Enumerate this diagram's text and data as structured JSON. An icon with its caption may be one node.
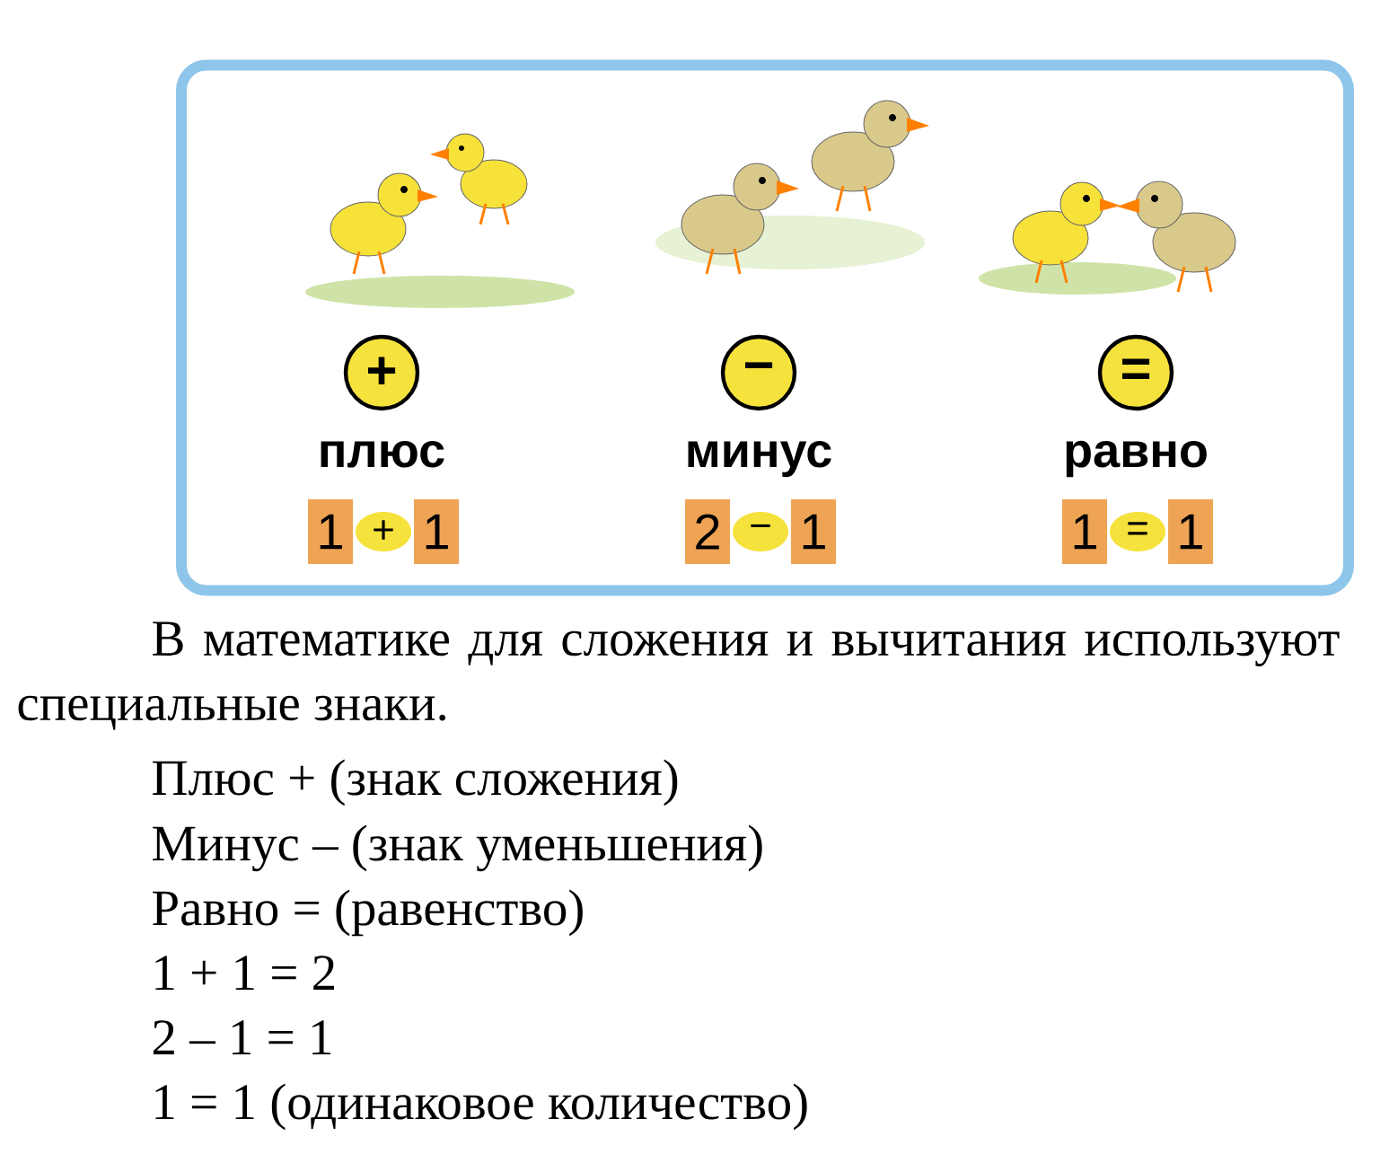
{
  "diagram": {
    "nodes": [
      {
        "text": [],
        "shape": "box"
      },
      {
        "text": [
          "+"
        ],
        "in": 0
      },
      {
        "text": [
          "−"
        ],
        "in": 0
      },
      {
        "text": [
          "="
        ],
        "in": 0
      },
      {
        "text": [
          "1"
        ],
        "in": 0
      },
      {
        "text": [
          "+"
        ],
        "in": 0
      },
      {
        "text": [
          "1"
        ],
        "in": 0
      },
      {
        "text": [
          "2"
        ],
        "in": 0
      },
      {
        "text": [
          "−"
        ],
        "in": 0
      },
      {
        "text": [
          "1"
        ],
        "in": 0
      },
      {
        "text": [
          "1"
        ],
        "in": 0
      },
      {
        "text": [
          "="
        ],
        "in": 0
      },
      {
        "text": [
          "1"
        ],
        "in": 0
      }
    ],
    "labels": [
      "плюс",
      "минус",
      "равно",
      "В математике для сложения и вычитания используют специальные знаки.",
      "Плюс + (знак сложения)",
      "Минус – (знак уменьшения)",
      "Равно = (равенство)",
      "1 + 1 = 2",
      "2 – 1 = 1",
      "1 = 1 (одинаковое количество)"
    ]
  }
}
